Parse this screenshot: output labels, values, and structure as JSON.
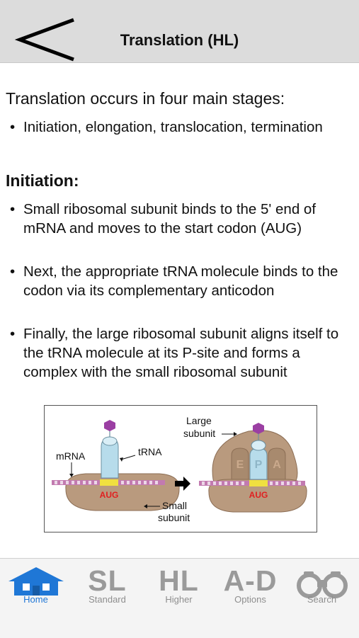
{
  "navbar": {
    "title": "Translation (HL)",
    "back_icon": "chevron-left-icon"
  },
  "content": {
    "intro": "Translation occurs in four main stages:",
    "stages": [
      "Initiation, elongation, translocation, termination"
    ],
    "section_heading": "Initiation:",
    "initiation_points": [
      "Small ribosomal subunit binds to the 5' end of mRNA and moves to the start codon (AUG)",
      "Next, the appropriate tRNA molecule binds to the codon via its complementary anticodon",
      "Finally, the large ribosomal subunit aligns itself to the tRNA molecule at its P-site and forms a complex with the small ribosomal subunit"
    ]
  },
  "diagram": {
    "labels": {
      "mrna": "mRNA",
      "trna": "tRNA",
      "codon": "AUG",
      "codon_right": "AUG",
      "small_subunit_line1": "Small",
      "small_subunit_line2": "subunit",
      "large_subunit_line1": "Large",
      "large_subunit_line2": "subunit",
      "site_e": "E",
      "site_p": "P",
      "site_a": "A"
    },
    "colors": {
      "ribosome": "#b99a7e",
      "trna": "#b7dceb",
      "amino_acid": "#9b3fa3",
      "mrna": "#c27ab0",
      "codon_text": "#e02020",
      "start_codon": "#f0e040"
    }
  },
  "tabbar": {
    "tabs": [
      {
        "label": "Home",
        "glyph": "",
        "icon": "home-icon",
        "active": true
      },
      {
        "label": "Standard",
        "glyph": "SL",
        "icon": "sl-icon",
        "active": false
      },
      {
        "label": "Higher",
        "glyph": "HL",
        "icon": "hl-icon",
        "active": false
      },
      {
        "label": "Options",
        "glyph": "A-D",
        "icon": "options-icon",
        "active": false
      },
      {
        "label": "Search",
        "glyph": "",
        "icon": "binoculars-icon",
        "active": false
      }
    ],
    "active_color": "#1f77d6",
    "inactive_color": "#9a9a9a"
  }
}
